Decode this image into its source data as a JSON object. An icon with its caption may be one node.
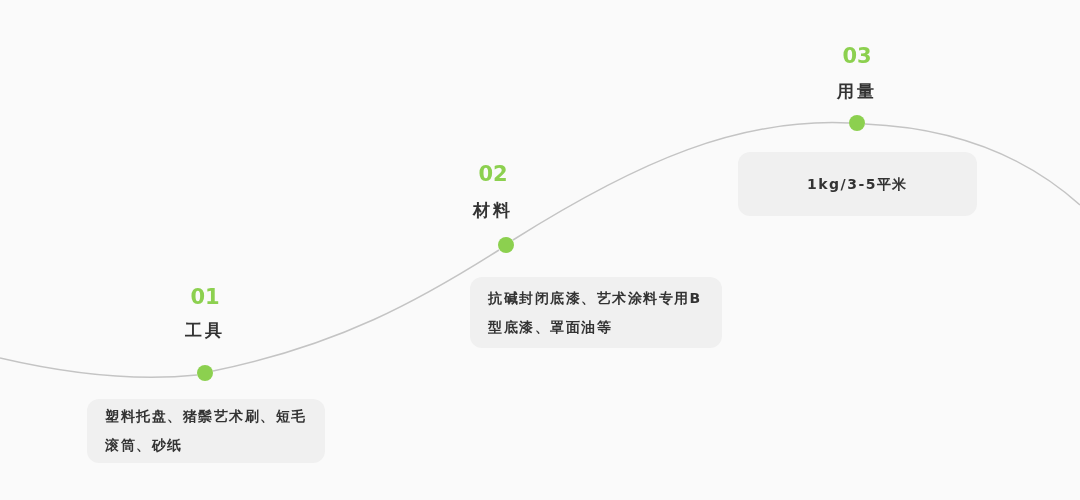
{
  "diagram": {
    "nodes": [
      {
        "text": [],
        "shape": "circle",
        "beside": [
          "01",
          "工具"
        ]
      },
      {
        "text": [
          "塑料托盘、猪鬃艺术刷、短毛滚筒、砂纸"
        ]
      },
      {
        "text": [],
        "shape": "circle",
        "beside": [
          "02",
          "材料"
        ]
      },
      {
        "text": [
          "抗碱封闭底漆、艺术涂料专用B型底漆、罩面油等"
        ]
      },
      {
        "text": [],
        "shape": "circle",
        "beside": [
          "03",
          "用量"
        ]
      },
      {
        "text": [
          "1kg/3-5平米"
        ]
      }
    ],
    "edges": [
      {
        "from": null,
        "to": 0,
        "arrow": "none"
      },
      {
        "from": 0,
        "to": 2,
        "arrow": "none"
      },
      {
        "from": 2,
        "to": 4,
        "arrow": "none"
      },
      {
        "from": 4,
        "to": null,
        "arrow": "none"
      }
    ]
  }
}
